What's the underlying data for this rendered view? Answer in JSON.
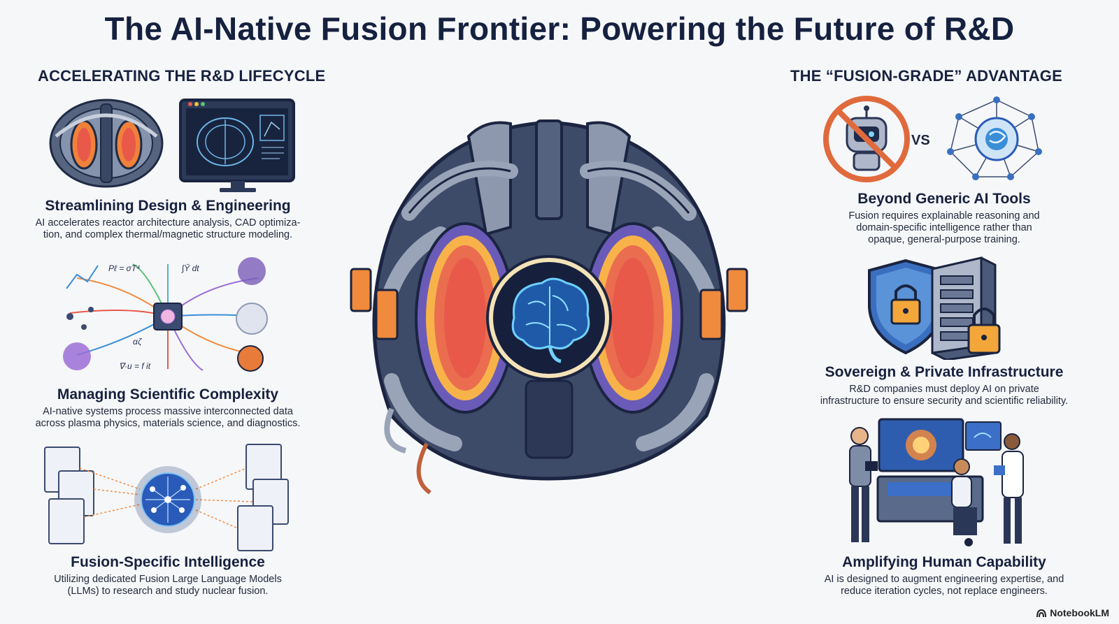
{
  "title": "The AI-Native Fusion Frontier: Powering the Future of R&D",
  "left_heading": "ACCELERATING THE R&D LIFECYCLE",
  "right_heading": "THE “FUSION-GRADE” ADVANTAGE",
  "left_items": [
    {
      "title": "Streamlining Design & Engineering",
      "desc_lines": [
        "AI accelerates reactor architecture analysis, CAD optimiza-",
        "tion, and complex thermal/magnetic structure modeling."
      ]
    },
    {
      "title": "Managing Scientific Complexity",
      "desc_lines": [
        "AI-native systems process massive interconnected data",
        "across plasma physics, materials science, and diagnostics."
      ]
    },
    {
      "title": "Fusion-Specific Intelligence",
      "desc_lines": [
        "Utilizing dedicated Fusion Large Language Models",
        "(LLMs) to research and study nuclear fusion."
      ]
    }
  ],
  "right_items": [
    {
      "title": "Beyond Generic AI Tools",
      "desc_lines": [
        "Fusion requires explainable reasoning and",
        "domain-specific intelligence rather than",
        "opaque, general-purpose training."
      ]
    },
    {
      "title": "Sovereign & Private Infrastructure",
      "desc_lines": [
        "R&D companies must deploy AI on private",
        "infrastructure to ensure security and scientific reliability."
      ]
    },
    {
      "title": "Amplifying Human Capability",
      "desc_lines": [
        "AI is designed to augment engineering expertise, and",
        "reduce iteration cycles, not replace engineers."
      ]
    }
  ],
  "vs_label": "VS",
  "equations": [
    "Pℓ = σT⁴",
    "∫Ȳ dt",
    "αζ",
    "∇·u = f it"
  ],
  "brand": "NotebookLM",
  "colors": {
    "navy": "#15213f",
    "plasma_orange": "#f08a3c",
    "plasma_red": "#e8594a",
    "brain_blue": "#2f8fe0",
    "steel": "#4a5a78"
  }
}
